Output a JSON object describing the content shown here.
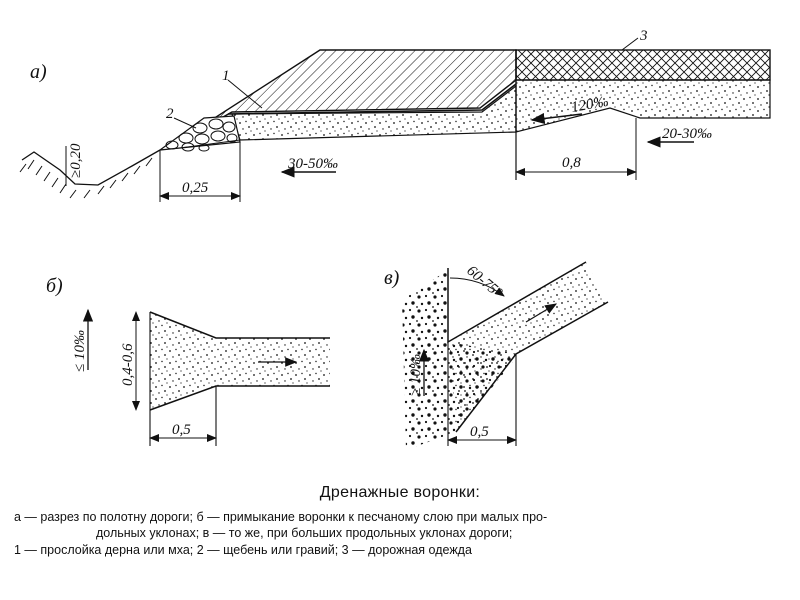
{
  "figure": {
    "panel_a_label": "а)",
    "panel_b_label": "б)",
    "panel_c_label": "в)",
    "label_1": "1",
    "label_2": "2",
    "label_3": "3",
    "height_min": "≥0,20",
    "width_025": "0,25",
    "width_08": "0,8",
    "slope_30_50": "30-50‰",
    "slope_120": "120‰",
    "slope_20_30": "20-30‰",
    "funnel_width": "0,4-0,6",
    "slope_le10": "≤ 10‰",
    "len_05_b": "0,5",
    "angle": "60-75°",
    "slope_ge10": "≥ 10‰",
    "len_05_c": "0,5"
  },
  "caption": {
    "title": "Дренажные воронки:",
    "line1": "а — разрез по полотну дороги; б — примыкание воронки к песчаному слою при малых про-",
    "line2": "дольных уклонах; в — то же, при больших продольных уклонах дороги;",
    "line3": "1 — прослойка дерна или мха; 2 — щебень или гравий; 3 — дорожная одежда"
  }
}
